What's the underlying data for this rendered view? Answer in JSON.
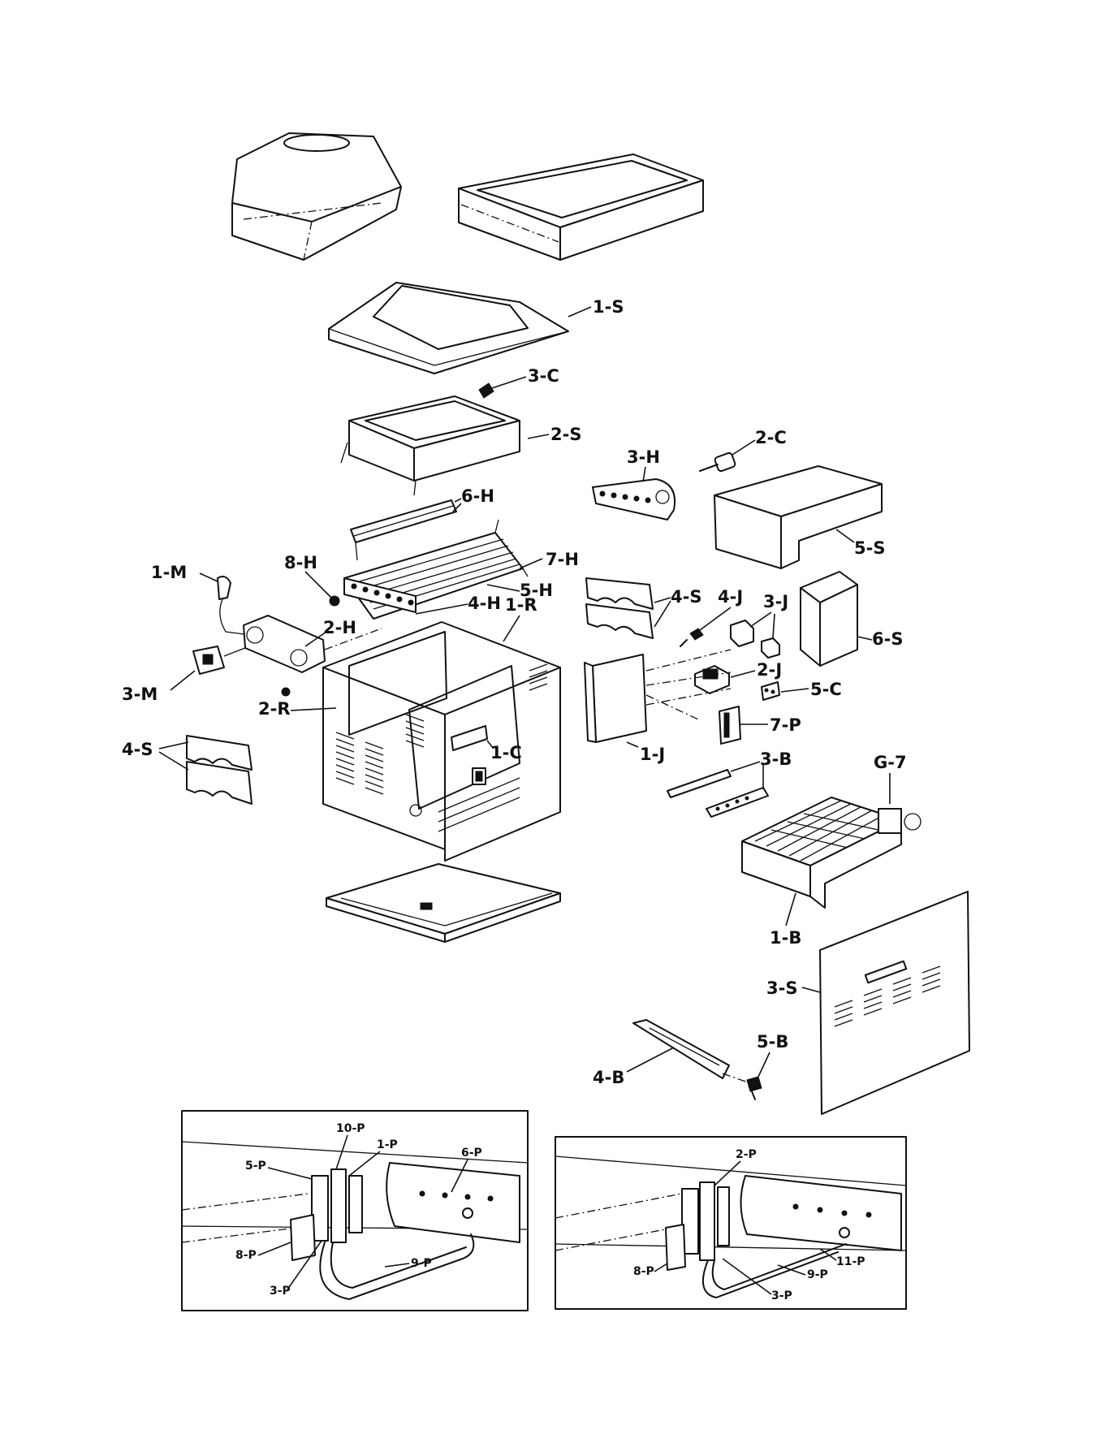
{
  "diagram": {
    "callouts": {
      "c1S": "1-S",
      "c3C": "3-C",
      "c2S": "2-S",
      "c2C": "2-C",
      "c3H": "3-H",
      "c6H": "6-H",
      "c5S": "5-S",
      "c1M": "1-M",
      "c8H": "8-H",
      "c7H": "7-H",
      "c5H": "5-H",
      "c4H": "4-H",
      "c4Sa": "4-S",
      "c4J": "4-J",
      "c3J": "3-J",
      "c6S": "6-S",
      "c2H": "2-H",
      "c1R": "1-R",
      "c3M": "3-M",
      "c2J": "2-J",
      "c2R": "2-R",
      "c5C": "5-C",
      "c7P": "7-P",
      "c4Sb": "4-S",
      "c1C": "1-C",
      "c1J": "1-J",
      "c3B": "3-B",
      "cG7": "G-7",
      "c1B": "1-B",
      "c3S": "3-S",
      "c5B": "5-B",
      "c4B": "4-B"
    },
    "inset_left": {
      "c10P": "10-P",
      "c1P": "1-P",
      "c5P": "5-P",
      "c6P": "6-P",
      "c8P": "8-P",
      "c9P": "9-P",
      "c3P": "3-P"
    },
    "inset_right": {
      "c2P": "2-P",
      "c8P": "8-P",
      "c11P": "11-P",
      "c9P": "9-P",
      "c3P": "3-P"
    }
  }
}
